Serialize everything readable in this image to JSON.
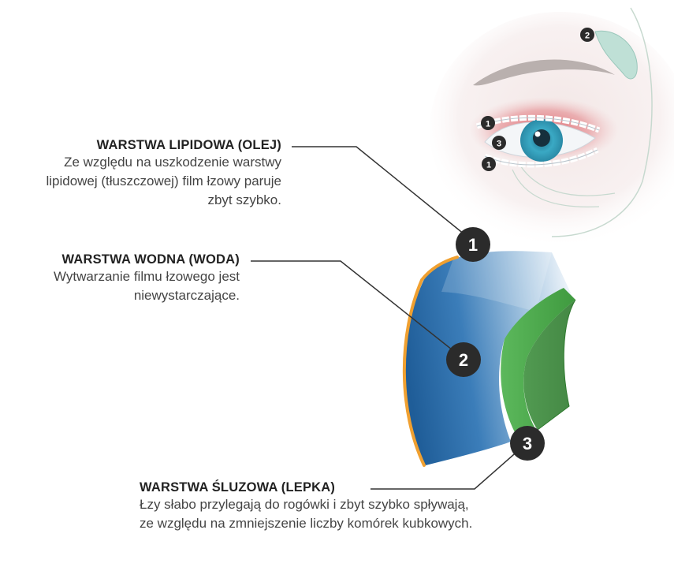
{
  "layers": {
    "lipid": {
      "number": "1",
      "heading": "WARSTWA LIPIDOWA (OLEJ)",
      "description": "Ze względu na uszkodzenie warstwy lipidowej (tłuszczowej) film łzowy paruje zbyt szybko."
    },
    "aqueous": {
      "number": "2",
      "heading": "WARSTWA WODNA (WODA)",
      "description": "Wytwarzanie filmu łzowego jest niewystarczające."
    },
    "mucin": {
      "number": "3",
      "heading": "WARSTWA ŚLUZOWA (LEPKA)",
      "description": "Łzy słabo przylegają do rogówki i zbyt szybko spływają, ze względu na zmniejszenie liczby komórek kubkowych."
    }
  },
  "eye_markers": [
    "2",
    "1",
    "3",
    "1"
  ],
  "colors": {
    "lipid_layer": "#f0a030",
    "aqueous_layer": "#2f6fae",
    "mucin_layer": "#4aa84a",
    "marker": "#2b2b2b",
    "iris": "#3aa9c4"
  }
}
